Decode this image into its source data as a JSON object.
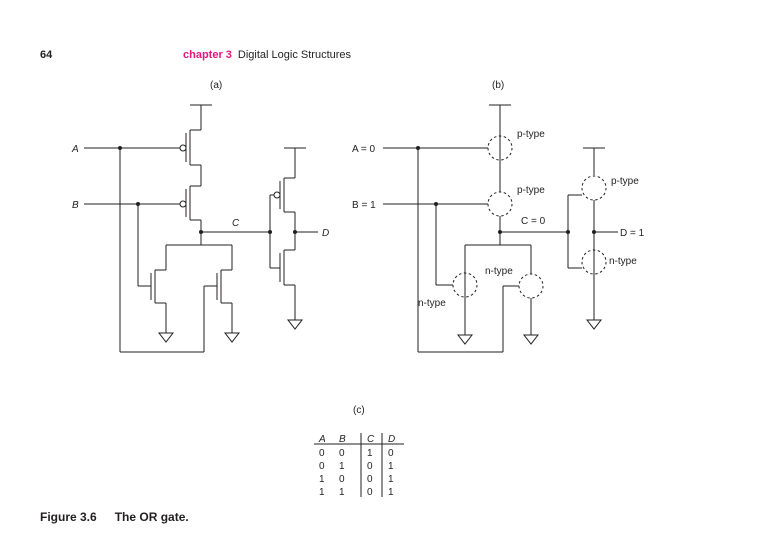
{
  "header": {
    "page_number": "64",
    "chapter_label": "chapter 3",
    "chapter_title": "Digital Logic Structures"
  },
  "panels": {
    "a": {
      "label": "(a)",
      "input_a": "A",
      "input_b": "B",
      "node_c": "C",
      "output_d": "D"
    },
    "b": {
      "label": "(b)",
      "input_a": "A = 0",
      "input_b": "B = 1",
      "node_c": "C = 0",
      "output_d": "D = 1",
      "p1": "p-type",
      "p2": "p-type",
      "p3": "p-type",
      "n1": "n-type",
      "n2": "n-type",
      "n3": "n-type"
    },
    "c": {
      "label": "(c)",
      "headers": [
        "A",
        "B",
        "C",
        "D"
      ],
      "rows": [
        [
          "0",
          "0",
          "1",
          "0"
        ],
        [
          "0",
          "1",
          "0",
          "1"
        ],
        [
          "1",
          "0",
          "0",
          "1"
        ],
        [
          "1",
          "1",
          "0",
          "1"
        ]
      ]
    }
  },
  "caption": {
    "number": "Figure 3.6",
    "title": "The OR gate."
  }
}
